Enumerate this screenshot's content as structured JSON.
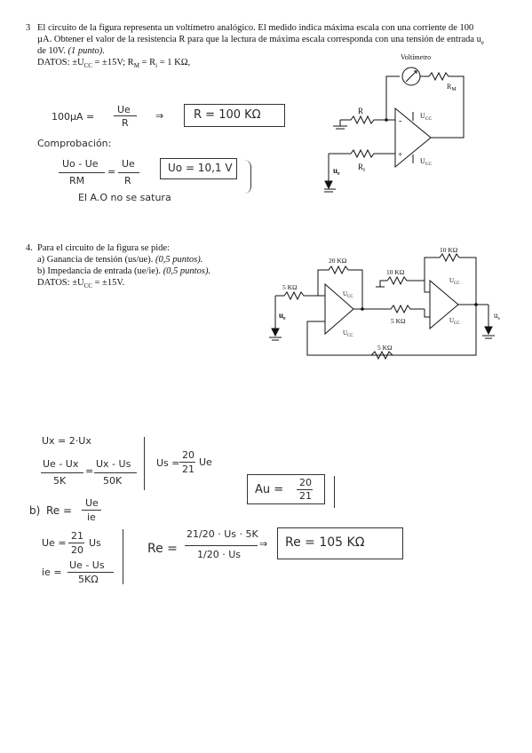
{
  "problem3": {
    "number": "3",
    "text_line1": "El circuito de la figura representa un voltímetro analógico. El medido indica máxima escala con una corriente de 100",
    "text_line2": "µA. Obtener el valor de la resistencia R para que la lectura de máxima escala corresponda con una tensión de entrada u",
    "text_line2_sub": "e",
    "text_line3_a": "de 10V. ",
    "text_line3_b": "(1 punto).",
    "datos": "DATOS: ±U",
    "datos_sub": "CC",
    "datos_rest": " = ±15V; R",
    "datos_sub2": "M",
    "datos_rest2": " = R",
    "datos_sub3": "i",
    "datos_rest3": " = 1 KΩ,",
    "circuit": {
      "voltmeter": "Voltímetro",
      "rm": "R",
      "rm_sub": "M",
      "r": "R",
      "ri": "R",
      "ri_sub": "I",
      "ucc_pos": "U",
      "ucc_pos_sub": "CC",
      "ucc_neg": "U",
      "ucc_neg_sub": "CC",
      "ue": "u",
      "ue_sub": "e",
      "minus": "-",
      "plus": "+"
    },
    "handwriting": {
      "line1_left": "100µA =",
      "frac_num": "Ue",
      "frac_den": "R",
      "arrow": "⇒",
      "result_box": "R = 100 KΩ",
      "comprobacion": "Comprobación:",
      "eq_num1": "Uo - Ue",
      "eq_den1": "RM",
      "eq_mid": "=",
      "eq_num2": "Ue",
      "eq_den2": "R",
      "result_box2": "Uo = 10,1 V",
      "note": "El A.O no se satura"
    }
  },
  "problem4": {
    "number": "4.",
    "line1": "Para el circuito de la figura se pide:",
    "line2_a": "a) Ganancia de tensión (us/ue). ",
    "line2_b": "(0,5 puntos).",
    "line3_a": "b) Impedancia de entrada (ue/ie). ",
    "line3_b": "(0,5 puntos).",
    "datos": "DATOS: ±U",
    "datos_sub": "CC",
    "datos_rest": " = ±15V.",
    "circuit": {
      "r20k": "20 KΩ",
      "r10k_top": "10 KΩ",
      "r10k_left": "10 KΩ",
      "r5k_in": "5 KΩ",
      "r5k_mid": "5 KΩ",
      "r5k_bottom": "5 KΩ",
      "ue": "u",
      "ue_sub": "e",
      "us": "u",
      "us_sub": "s",
      "ucc": "U",
      "ucc_sub": "CC"
    },
    "handwriting": {
      "l1": "Ux = 2·Ux",
      "l2_num": "Ue - Ux",
      "l2_den": "5K",
      "l2_eq": "=",
      "l2_num2": "Ux - Us",
      "l2_den2": "50K",
      "l2_right": "Us =",
      "l2_right_num": "20",
      "l2_right_den": "21",
      "l2_right_tail": "Ue",
      "au_box": "Au =",
      "au_num": "20",
      "au_den": "21",
      "b_label": "b)",
      "re_eq": "Re =",
      "re_num": "Ue",
      "re_den": "ie",
      "ue_line": "Ue =",
      "ue_num": "21",
      "ue_den": "20",
      "ue_tail": "Us",
      "ie_line": "ie =",
      "ie_num": "Ue - Us",
      "ie_den": "5KΩ",
      "Re_big": "Re =",
      "Re_num": "21/20 · Us · 5K",
      "Re_den": "1/20 · Us",
      "Re_arrow": "⇒",
      "Re_result": "Re = 105 KΩ"
    }
  }
}
